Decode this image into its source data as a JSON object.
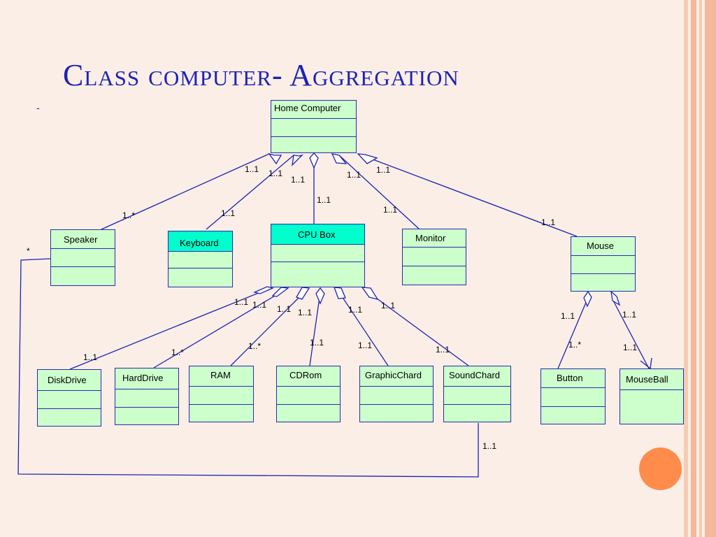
{
  "slide": {
    "title": "Class computer- Aggregation",
    "bullet": "-"
  },
  "colors": {
    "background": "#fbeee6",
    "title": "#1c23b4",
    "class_fill": "#ccffcc",
    "class_header_highlight": "#00ffcc",
    "line": "#1c23b4",
    "accent_orb": "#ff8c4a"
  },
  "classes": {
    "home_computer": "Home Computer",
    "speaker": "Speaker",
    "keyboard": "Keyboard",
    "cpu_box": "CPU Box",
    "monitor": "Monitor",
    "mouse": "Mouse",
    "disk_drive": "DiskDrive",
    "hard_drive": "HardDrive",
    "ram": "RAM",
    "cd_rom": "CDRom",
    "graphic_chard": "GraphicChard",
    "sound_chard": "SoundChard",
    "button": "Button",
    "mouse_ball": "MouseBall"
  },
  "multiplicities": {
    "hc_speaker_whole": "1..1",
    "hc_keyboard_whole": "1..1",
    "hc_cpu_left": "1..1",
    "hc_monitor_whole": "1..1",
    "hc_mouse_whole": "1..1",
    "hc_cpu_part": "1..1",
    "speaker_part": "1..*",
    "keyboard_part": "1..1",
    "monitor_part": "1..1",
    "mouse_part": "1..1",
    "speaker_star": "*",
    "cpu_disk_whole": "1..1",
    "cpu_hard_whole": "1..1",
    "cpu_ram_whole": "1..1",
    "cpu_cd_whole": "1..1",
    "cpu_graphic_whole": "1..1",
    "cpu_sound_whole": "1..1",
    "disk_part": "1..1",
    "hard_part": "1..*",
    "ram_part": "1..*",
    "cd_part": "1..1",
    "graphic_part": "1..1",
    "sound_part": "1..1",
    "mouse_button_whole": "1..1",
    "mouse_ball_whole": "1..1",
    "button_part": "1..*",
    "ball_part": "1..1",
    "sound_speaker": "1..1"
  }
}
